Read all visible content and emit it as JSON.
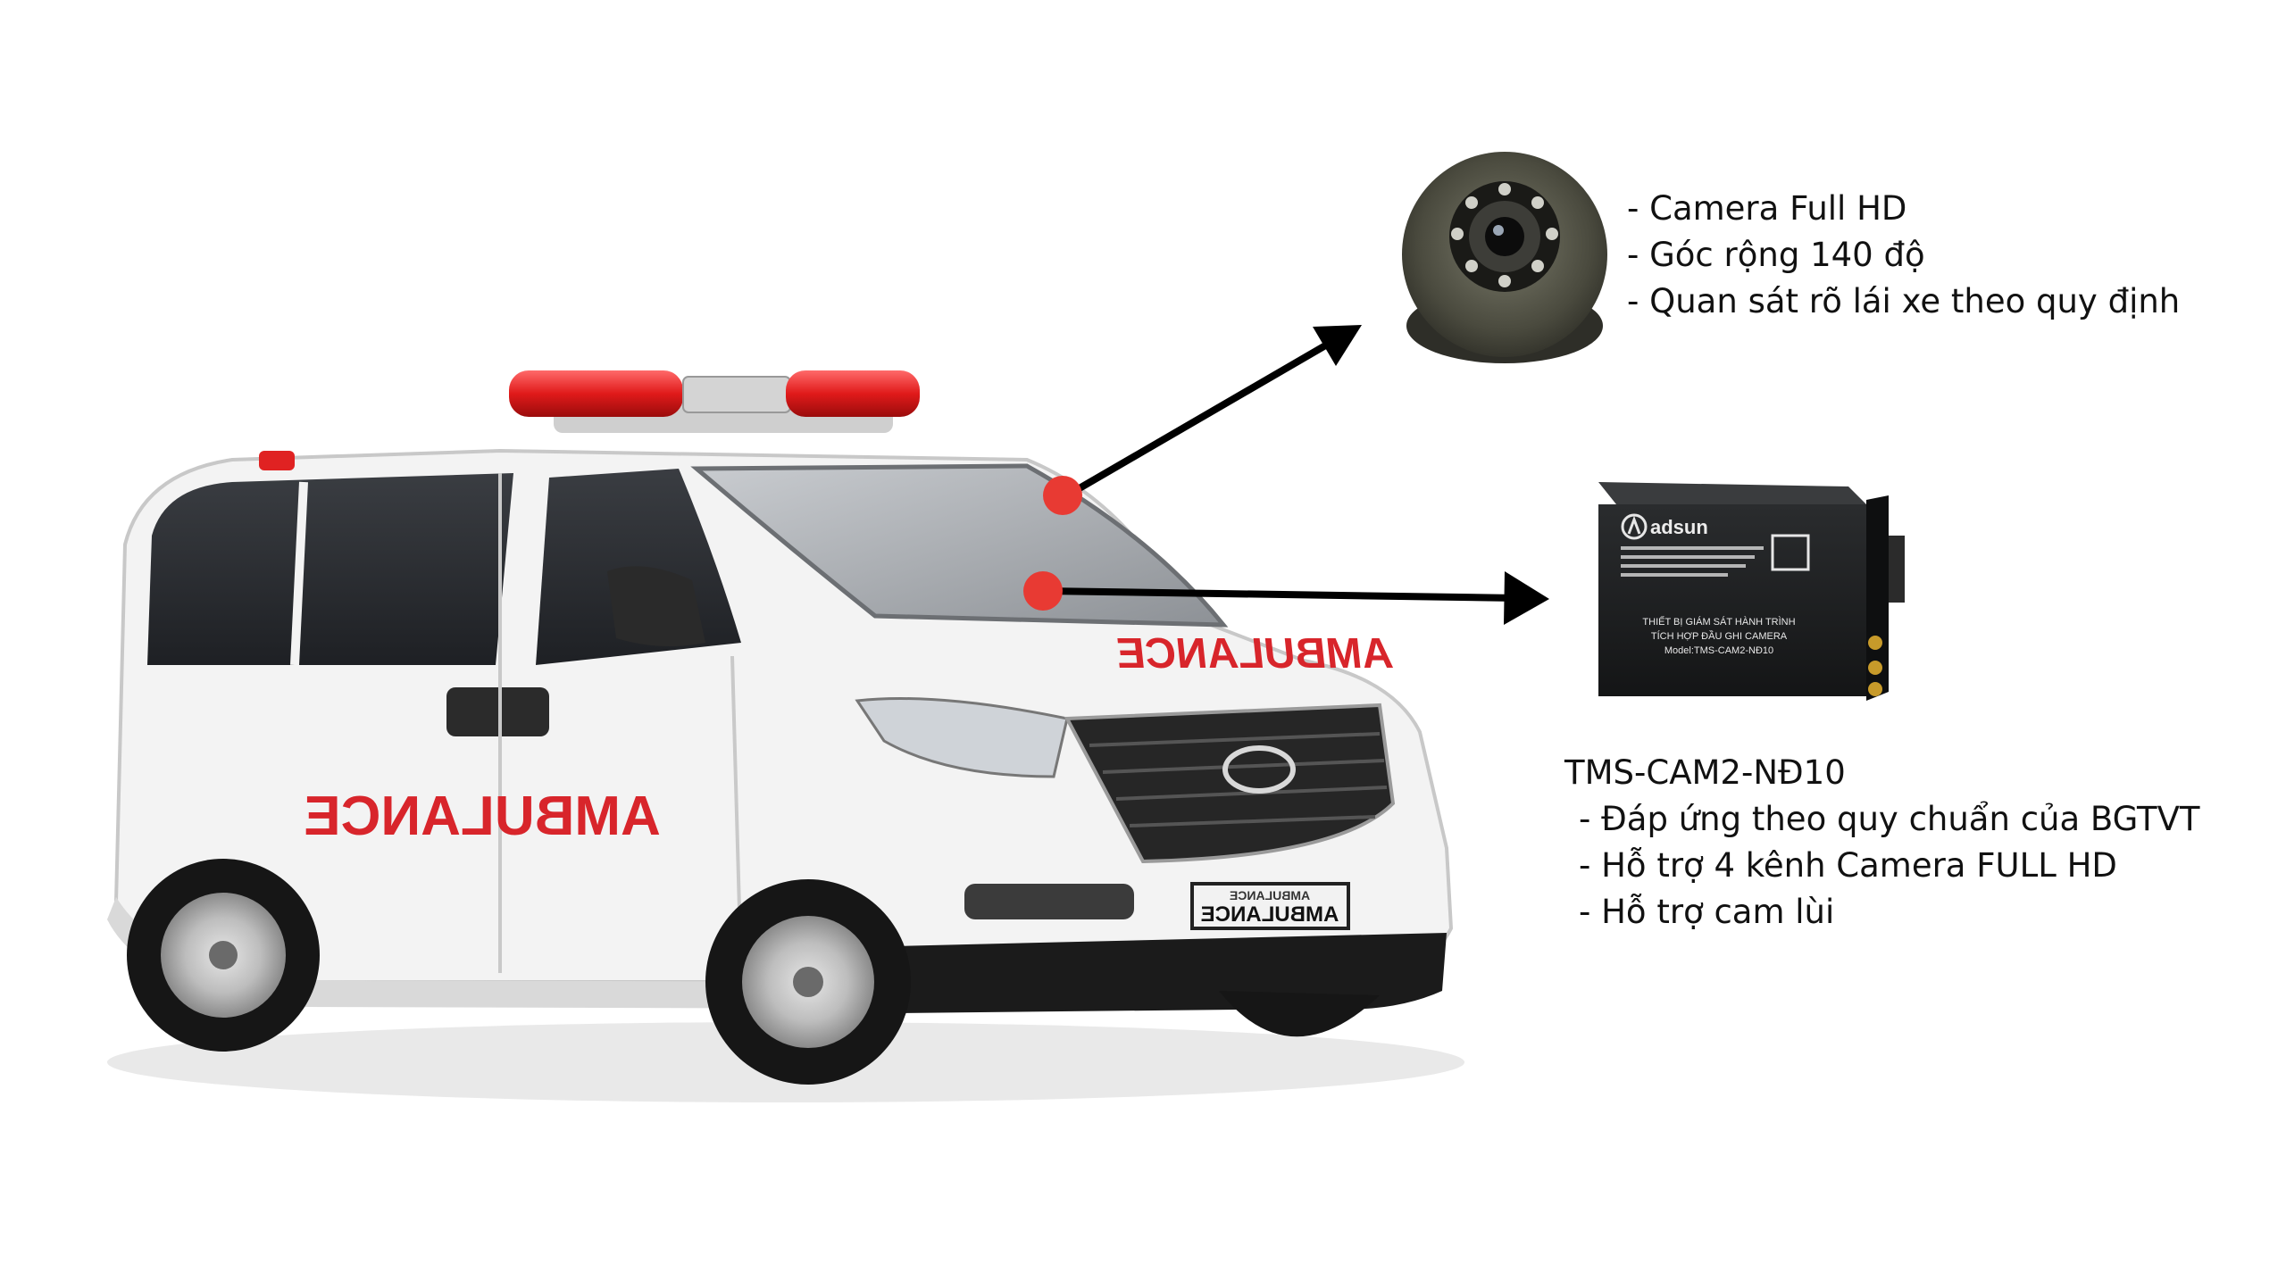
{
  "vehicle": {
    "side_text": "AMBULANCE",
    "hood_text": "AMBULANCE",
    "plate_text": "AMBULANCE",
    "plate_top_text": "AMBULANCE"
  },
  "camera": {
    "features": [
      "- Camera Full HD",
      "- Góc rộng 140 độ",
      "- Quan sát rõ lái xe theo quy định"
    ]
  },
  "recorder": {
    "brand": "adsun",
    "label_lines": [
      "THIẾT BỊ GIÁM SÁT HÀNH TRÌNH",
      "TÍCH HỢP ĐẦU GHI CAMERA",
      "Model:TMS-CAM2-NĐ10"
    ],
    "model": "TMS-CAM2-NĐ10",
    "features": [
      "- Đáp ứng theo quy chuẩn của BGTVT",
      "- Hỗ trợ 4 kênh Camera FULL HD",
      "- Hỗ trợ cam lùi"
    ]
  },
  "colors": {
    "marker": "#e83a33",
    "arrow": "#000000",
    "body_white": "#f2f2f2",
    "red_text": "#d8252b"
  }
}
